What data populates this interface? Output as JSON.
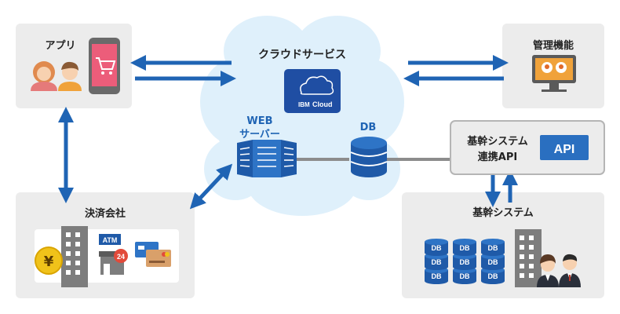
{
  "cloud": {
    "title": "クラウドサービス",
    "logo_line1": "IBM",
    "logo_line2": "Cloud",
    "web_line1": "WEB",
    "web_line2": "サーバー",
    "db": "DB"
  },
  "app": {
    "title": "アプリ"
  },
  "admin": {
    "title": "管理機能"
  },
  "payment": {
    "title": "決済会社",
    "atm": "ATM",
    "store_hours": "24",
    "yen": "¥"
  },
  "api_box": {
    "line1": "基幹システム",
    "line2": "連携API",
    "badge": "API"
  },
  "core": {
    "title": "基幹システム",
    "db_label": "DB"
  },
  "colors": {
    "panel": "#ececec",
    "cloud": "#dff0fb",
    "arrow": "#1f64b4",
    "accent": "#2a6fc0"
  }
}
